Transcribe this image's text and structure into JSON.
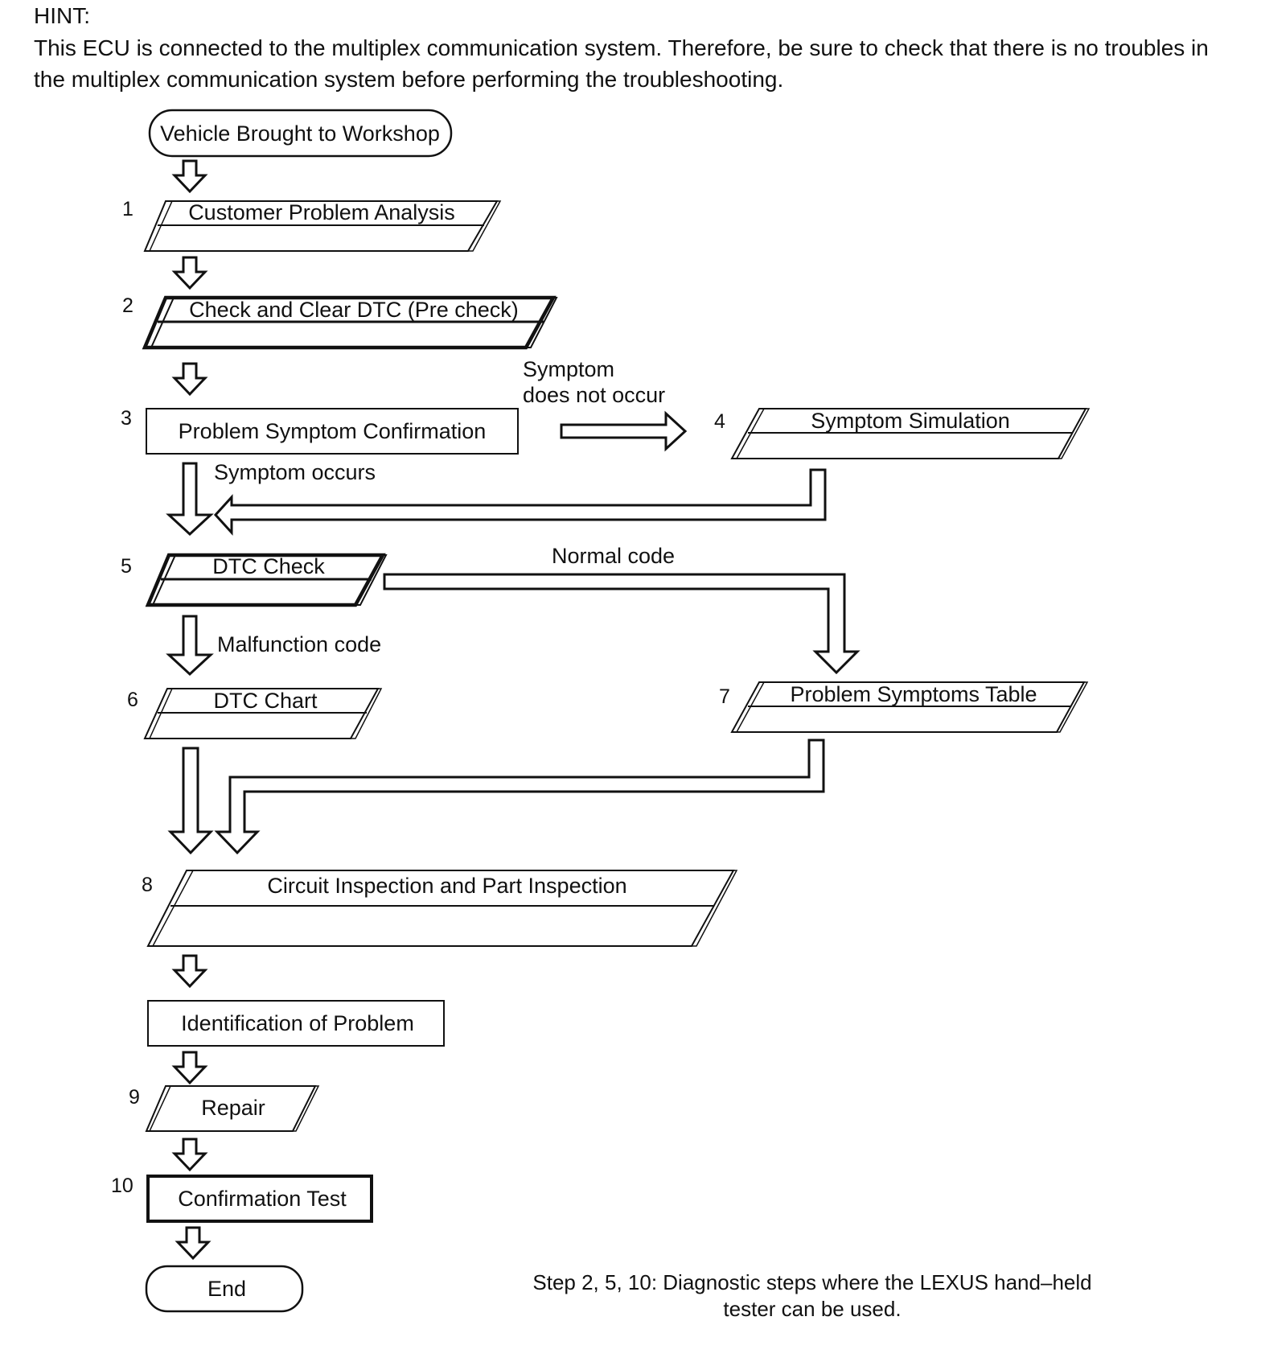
{
  "hint": {
    "title": "HINT:",
    "text": "This ECU is connected to the multiplex communication system. Therefore, be sure to check that there is no troubles in the multiplex communication system before performing the troubleshooting."
  },
  "steps": {
    "start": "Vehicle Brought to Workshop",
    "s1": {
      "num": "1",
      "label": "Customer Problem Analysis"
    },
    "s2": {
      "num": "2",
      "label": "Check and Clear DTC (Pre check)"
    },
    "s3": {
      "num": "3",
      "label": "Problem Symptom Confirmation"
    },
    "s4": {
      "num": "4",
      "label": "Symptom Simulation"
    },
    "s5": {
      "num": "5",
      "label": "DTC Check"
    },
    "s6": {
      "num": "6",
      "label": "DTC Chart"
    },
    "s7": {
      "num": "7",
      "label": "Problem Symptoms Table"
    },
    "s8": {
      "num": "8",
      "label": "Circuit Inspection and Part Inspection"
    },
    "ident": "Identification of Problem",
    "s9": {
      "num": "9",
      "label": "Repair"
    },
    "s10": {
      "num": "10",
      "label": "Confirmation Test"
    },
    "end": "End"
  },
  "branches": {
    "symptom_not_occur_1": "Symptom",
    "symptom_not_occur_2": "does not occur",
    "symptom_occurs": "Symptom occurs",
    "normal_code": "Normal code",
    "malfunction_code": "Malfunction code"
  },
  "note": {
    "line1": "Step 2, 5, 10: Diagnostic steps where the LEXUS hand–held",
    "line2": "tester can be used."
  }
}
